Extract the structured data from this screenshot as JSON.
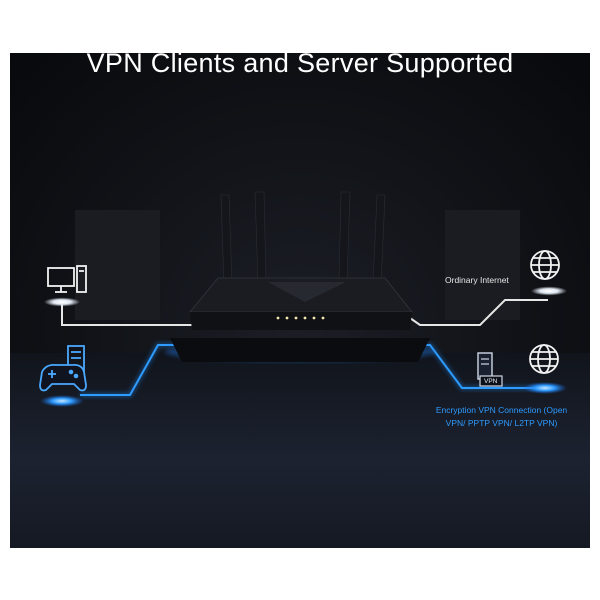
{
  "title": "VPN Clients and Server Supported",
  "labels": {
    "ordinary": "Ordinary Internet",
    "encryption_line1": "Encryption VPN Connection (Open",
    "encryption_line2": "VPN/ PPTP VPN/ L2TP VPN)",
    "server_badge": "VPN"
  },
  "colors": {
    "white_line": "#e6e6e6",
    "vpn_blue": "#1f8fff",
    "glow": "#2e9bff"
  },
  "icons": [
    "desktop-computer-icon",
    "game-controller-icon",
    "router-device",
    "globe-icon",
    "vpn-server-icon"
  ]
}
